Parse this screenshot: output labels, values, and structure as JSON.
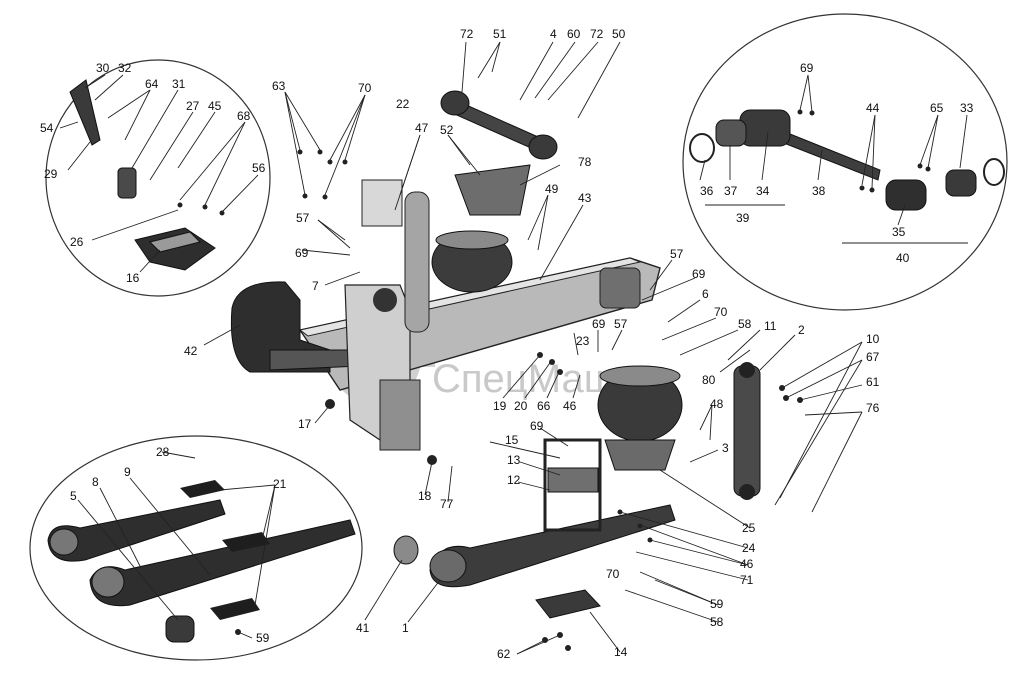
{
  "watermark": {
    "text": "СпецМаш"
  },
  "colors": {
    "ink": "#222222",
    "part_dark": "#3a3a3a",
    "part_mid": "#8c8c8c",
    "part_light": "#d8d8d8",
    "watermark": "#cfcfcf"
  },
  "labels": {
    "l1": "1",
    "l2": "2",
    "l3": "3",
    "l4": "4",
    "l5": "5",
    "l6": "6",
    "l7": "7",
    "l8": "8",
    "l9": "9",
    "l10": "10",
    "l11": "11",
    "l12": "12",
    "l13": "13",
    "l14": "14",
    "l15": "15",
    "l16": "16",
    "l17": "17",
    "l18": "18",
    "l19": "19",
    "l20": "20",
    "l21": "21",
    "l22": "22",
    "l23": "23",
    "l24": "24",
    "l25": "25",
    "l26": "26",
    "l27": "27",
    "l28": "28",
    "l29": "29",
    "l30": "30",
    "l31": "31",
    "l32": "32",
    "l33": "33",
    "l34": "34",
    "l35": "35",
    "l36": "36",
    "l37": "37",
    "l38": "38",
    "l39": "39",
    "l40": "40",
    "l41": "41",
    "l42": "42",
    "l43": "43",
    "l44": "44",
    "l45": "45",
    "l46a": "46",
    "l46b": "46",
    "l47": "47",
    "l48": "48",
    "l49": "49",
    "l50": "50",
    "l51": "51",
    "l52": "52",
    "l54": "54",
    "l56": "56",
    "l57a": "57",
    "l57b": "57",
    "l57c": "57",
    "l58a": "58",
    "l58b": "58",
    "l59a": "59",
    "l59b": "59",
    "l60": "60",
    "l61": "61",
    "l62": "62",
    "l63": "63",
    "l64": "64",
    "l65": "65",
    "l66": "66",
    "l67": "67",
    "l68": "68",
    "l69a": "69",
    "l69b": "69",
    "l69c": "69",
    "l69d": "69",
    "l69e": "69",
    "l70a": "70",
    "l70b": "70",
    "l70c": "70",
    "l71": "71",
    "l72a": "72",
    "l72b": "72",
    "l76": "76",
    "l77": "77",
    "l78": "78",
    "l80": "80"
  }
}
